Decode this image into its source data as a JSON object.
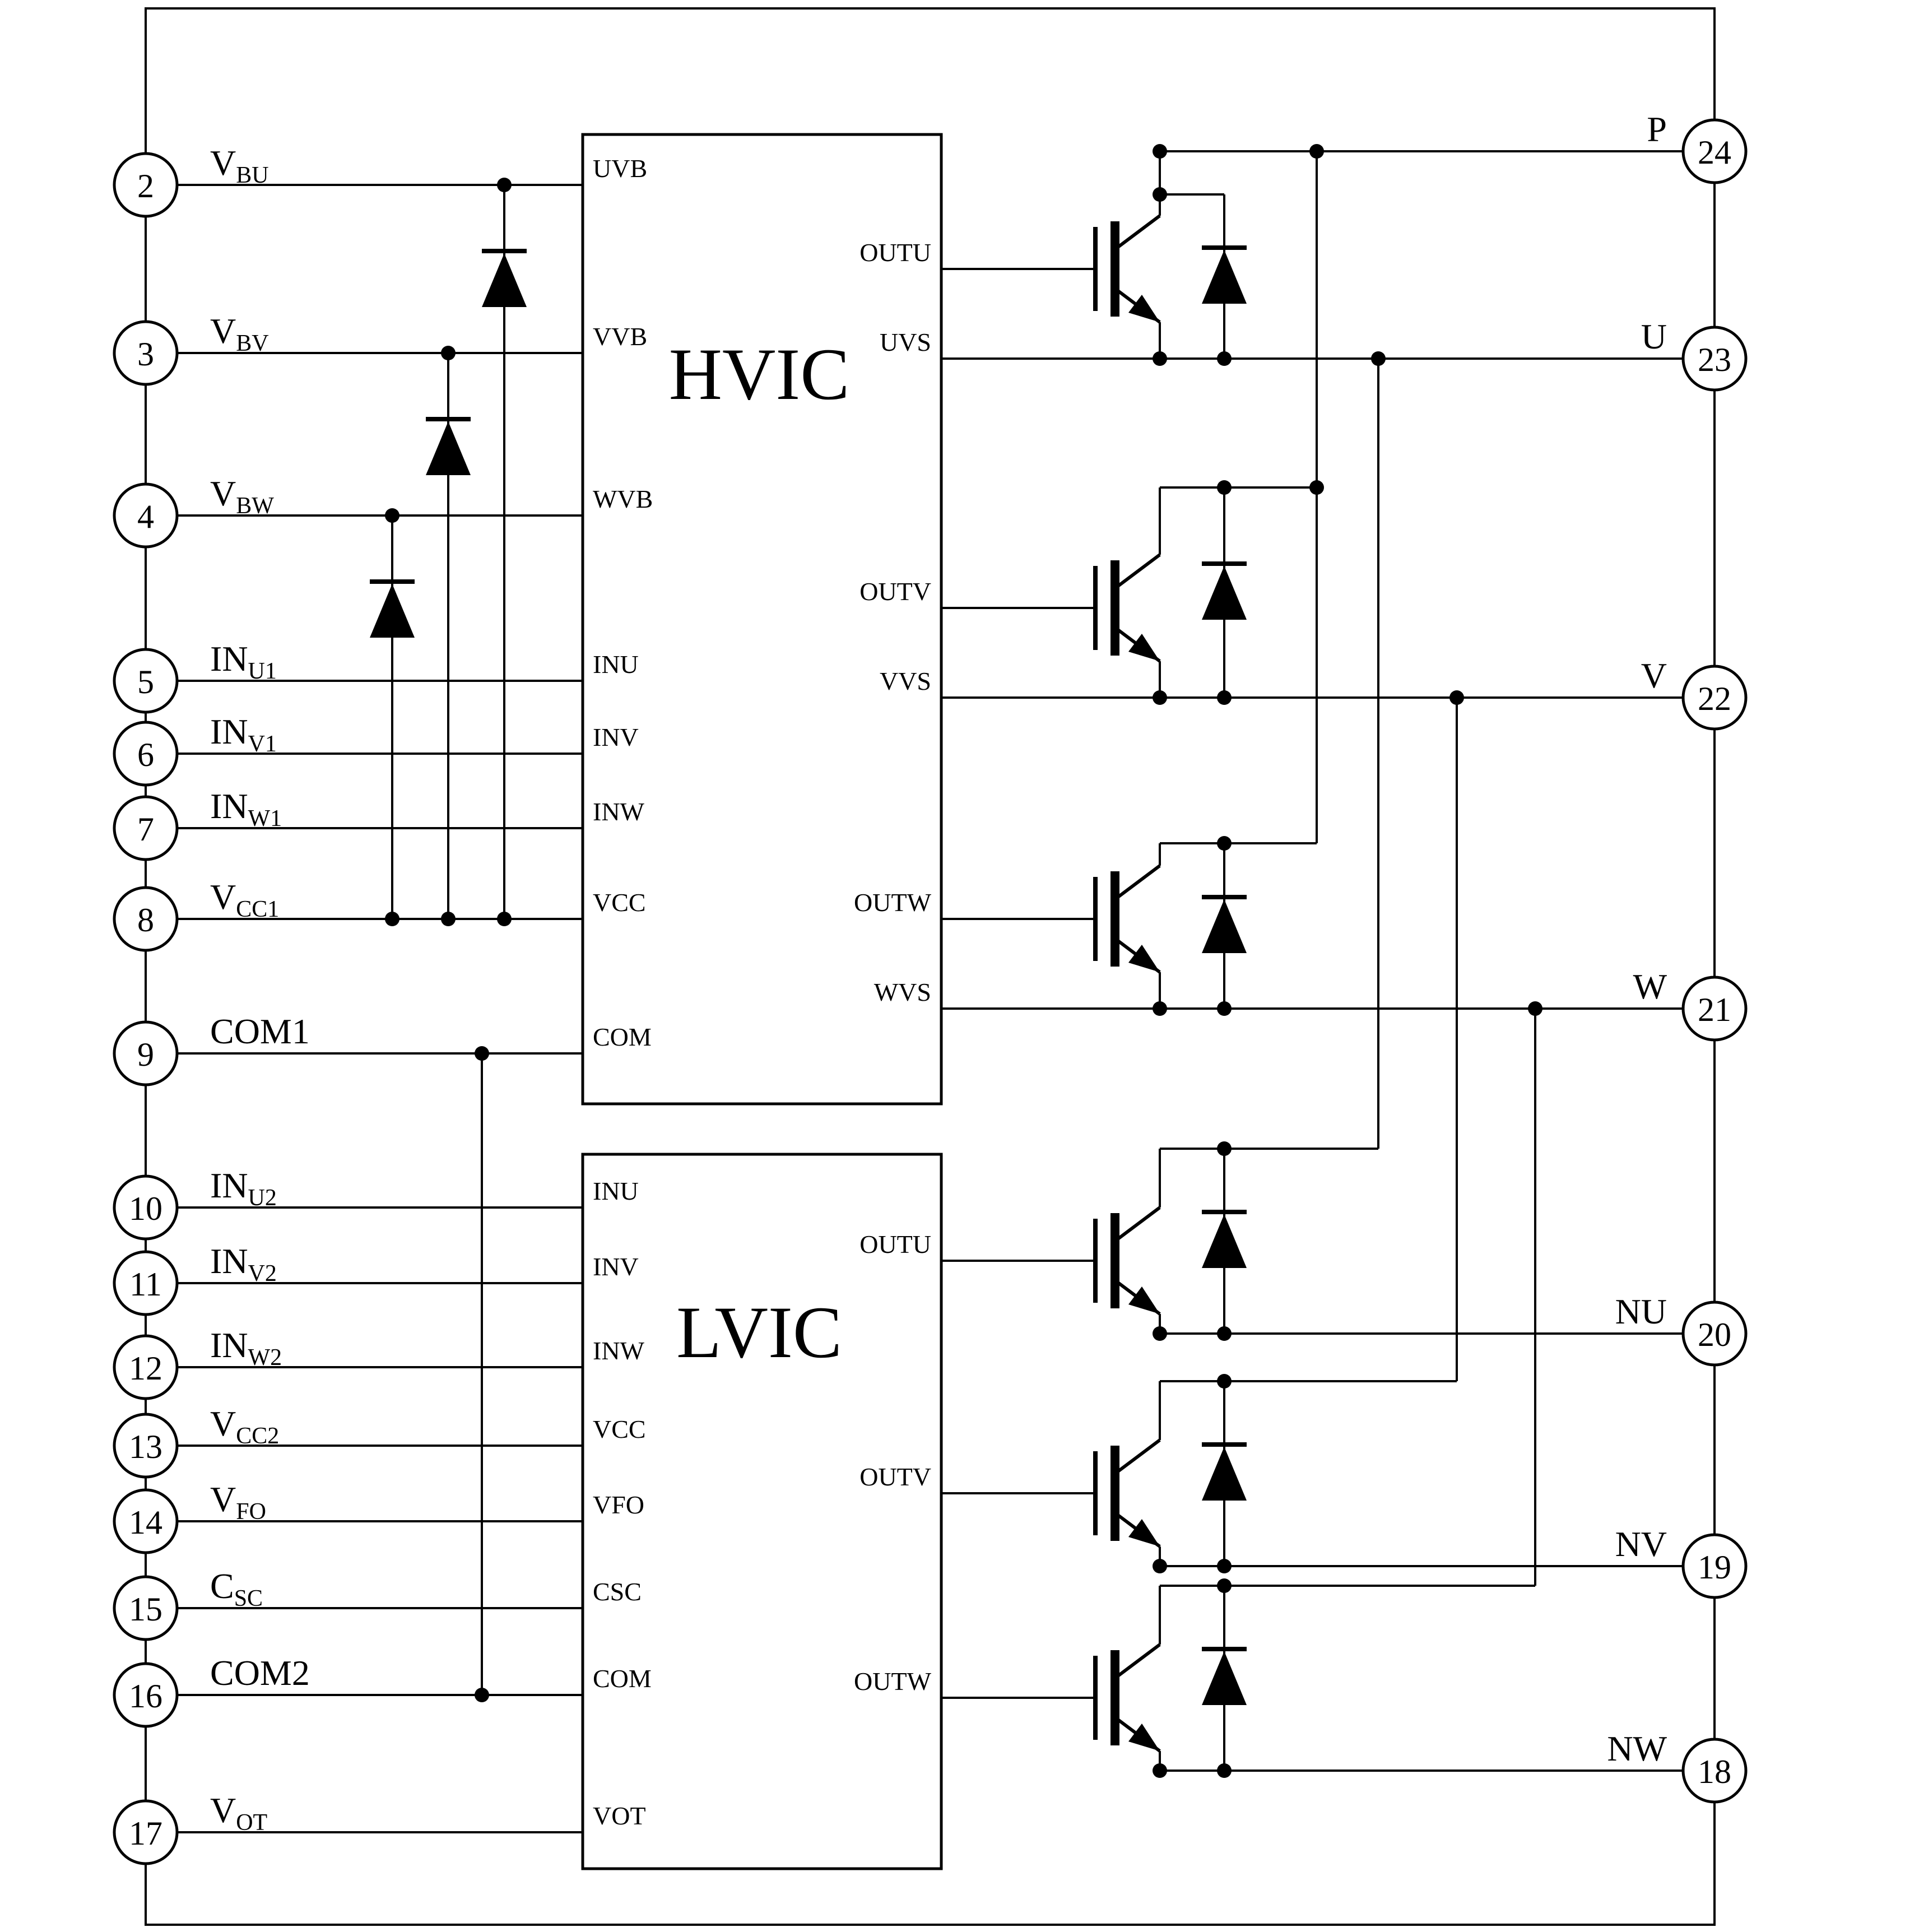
{
  "diagram_type": "IPM internal equivalent circuit block diagram",
  "pins_left": [
    {
      "num": "2",
      "main": "V",
      "sub": "BU"
    },
    {
      "num": "3",
      "main": "V",
      "sub": "BV"
    },
    {
      "num": "4",
      "main": "V",
      "sub": "BW"
    },
    {
      "num": "5",
      "main": "IN",
      "sub": "U1"
    },
    {
      "num": "6",
      "main": "IN",
      "sub": "V1"
    },
    {
      "num": "7",
      "main": "IN",
      "sub": "W1"
    },
    {
      "num": "8",
      "main": "V",
      "sub": "CC1"
    },
    {
      "num": "9",
      "main": "COM1",
      "sub": ""
    },
    {
      "num": "10",
      "main": "IN",
      "sub": "U2"
    },
    {
      "num": "11",
      "main": "IN",
      "sub": "V2"
    },
    {
      "num": "12",
      "main": "IN",
      "sub": "W2"
    },
    {
      "num": "13",
      "main": "V",
      "sub": "CC2"
    },
    {
      "num": "14",
      "main": "V",
      "sub": "FO"
    },
    {
      "num": "15",
      "main": "C",
      "sub": "SC"
    },
    {
      "num": "16",
      "main": "COM2",
      "sub": ""
    },
    {
      "num": "17",
      "main": "V",
      "sub": "OT"
    }
  ],
  "pins_right": [
    {
      "num": "24",
      "label": "P"
    },
    {
      "num": "23",
      "label": "U"
    },
    {
      "num": "22",
      "label": "V"
    },
    {
      "num": "21",
      "label": "W"
    },
    {
      "num": "20",
      "label": "NU"
    },
    {
      "num": "19",
      "label": "NV"
    },
    {
      "num": "18",
      "label": "NW"
    }
  ],
  "hvic": {
    "name": "HVIC",
    "left_labels": [
      "UVB",
      "VVB",
      "WVB",
      "INU",
      "INV",
      "INW",
      "VCC",
      "COM"
    ],
    "right_labels": [
      "OUTU",
      "UVS",
      "OUTV",
      "VVS",
      "OUTW",
      "WVS"
    ]
  },
  "lvic": {
    "name": "LVIC",
    "left_labels": [
      "INU",
      "INV",
      "INW",
      "VCC",
      "VFO",
      "CSC",
      "COM",
      "VOT"
    ],
    "right_labels": [
      "OUTU",
      "OUTV",
      "OUTW"
    ]
  },
  "colors": {
    "line": "#000000",
    "background": "#ffffff"
  }
}
